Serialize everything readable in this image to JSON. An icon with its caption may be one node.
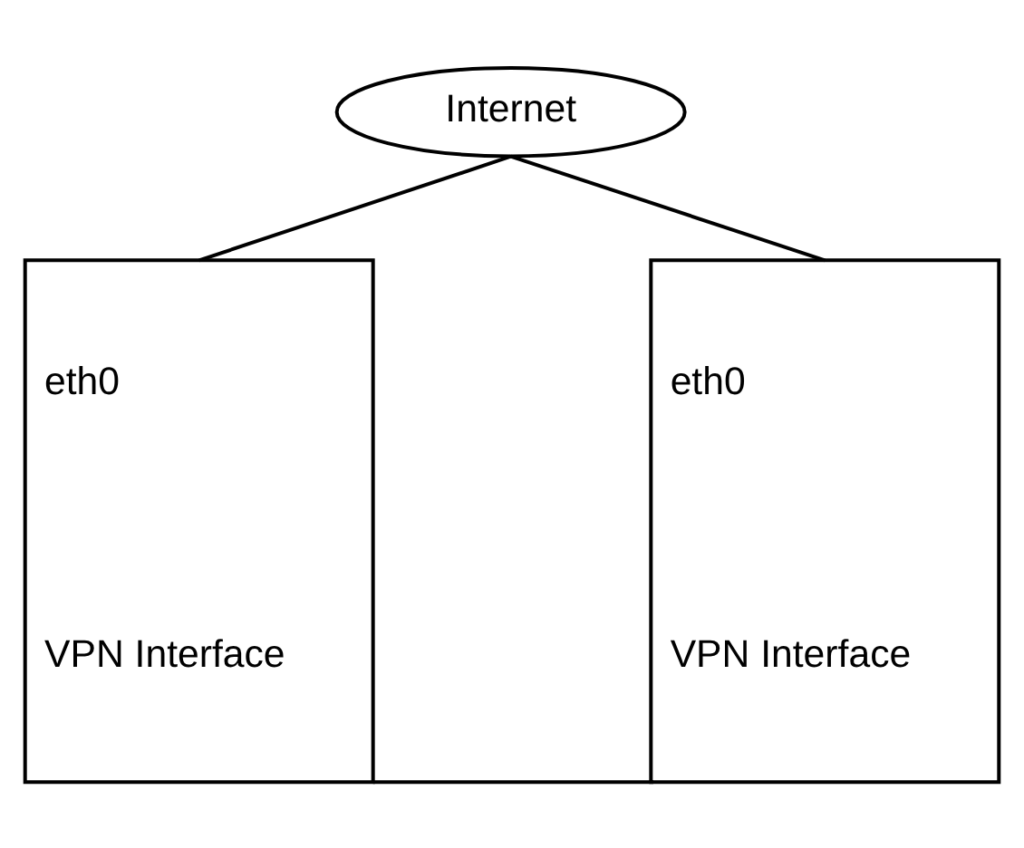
{
  "diagram": {
    "nodes": [
      {
        "text": [
          "Internet"
        ]
      },
      {
        "text": [
          "eth0",
          "VPN Interface"
        ]
      },
      {
        "text": [
          "eth0",
          "VPN Interface"
        ]
      }
    ],
    "edges": [
      {
        "from": 0,
        "to": 1,
        "arrow": "none"
      },
      {
        "from": 0,
        "to": 2,
        "arrow": "none"
      },
      {
        "from": 1,
        "to": 2,
        "arrow": "none"
      }
    ]
  }
}
